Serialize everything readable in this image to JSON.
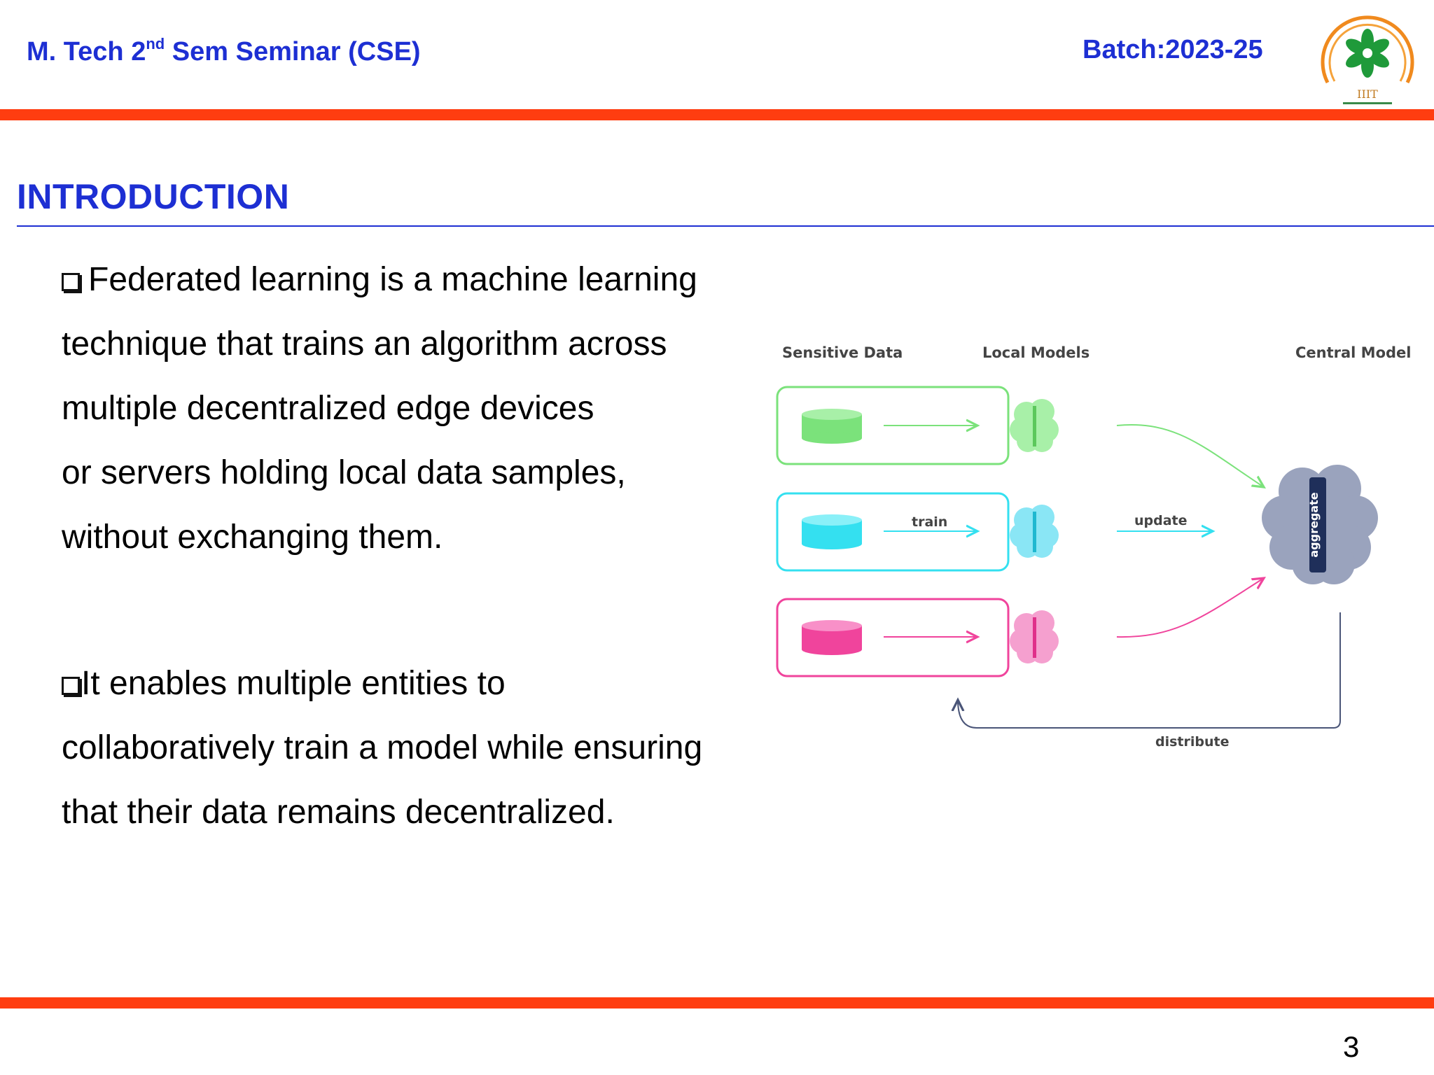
{
  "header": {
    "course_prefix": "M. Tech 2",
    "course_sup": "nd",
    "course_suffix": " Sem Seminar (CSE)",
    "batch": "Batch:2023-25",
    "logo_text": "IIIT"
  },
  "section": {
    "title": "INTRODUCTION"
  },
  "bullets": [
    {
      "lines": [
        "Federated learning is a machine learning",
        "technique that trains an algorithm across",
        "multiple decentralized edge devices",
        "or servers holding local data samples,",
        "without exchanging them."
      ]
    },
    {
      "lines": [
        "It enables multiple entities to",
        "collaboratively train a model while ensuring",
        "that their data remains decentralized."
      ]
    }
  ],
  "diagram": {
    "col_sensitive": "Sensitive Data",
    "col_local": "Local Models",
    "col_central": "Central Model",
    "label_train": "train",
    "label_update": "update",
    "label_aggregate": "aggregate",
    "label_distribute": "distribute",
    "colors": {
      "green": "#7be27b",
      "cyan": "#34e0f0",
      "pink": "#f0449c",
      "central": "#9aa3bd",
      "central_bar": "#1f2f5a",
      "distribute_line": "#4a5578"
    }
  },
  "footer": {
    "page_number": "3"
  },
  "colors": {
    "accent_blue": "#1d2fd3",
    "accent_orange": "#ff3d10"
  }
}
